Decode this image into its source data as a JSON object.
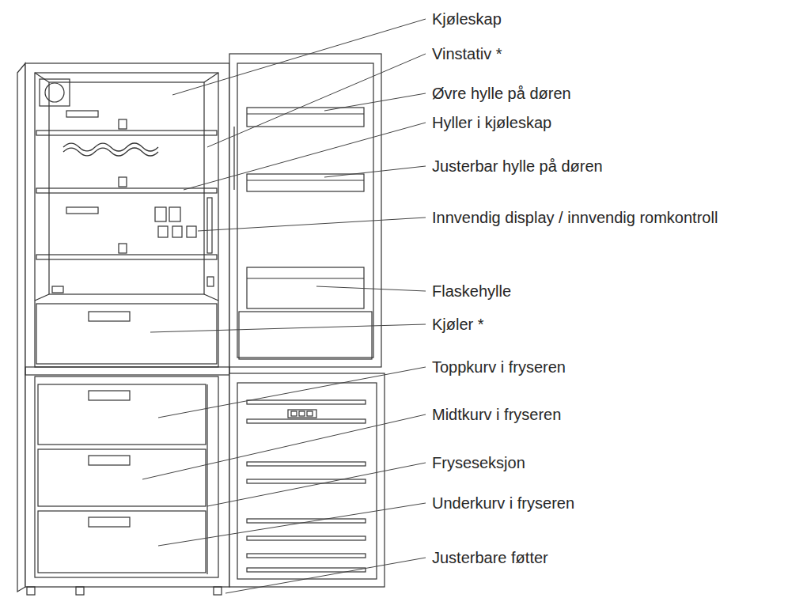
{
  "diagram": {
    "labels": [
      "Kjøleskap",
      "Vinstativ *",
      "Øvre hylle på døren",
      "Hyller i kjøleskap",
      "Justerbar hylle på døren",
      "Innvendig display / innvendig romkontroll",
      "Flaskehylle",
      "Kjøler *",
      "Toppkurv i fryseren",
      "Midtkurv i fryseren",
      "Fryseseksjon",
      "Underkurv i fryseren",
      "Justerbare føtter"
    ]
  }
}
